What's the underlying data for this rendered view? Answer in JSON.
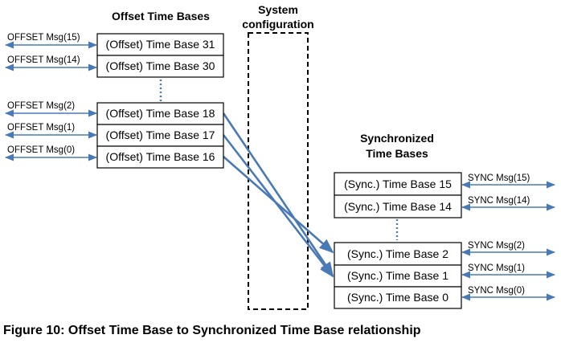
{
  "headings": {
    "offset": "Offset Time Bases",
    "system_line1": "System",
    "system_line2": "configuration",
    "sync_line1": "Synchronized",
    "sync_line2": "Time Bases"
  },
  "offset_boxes": [
    {
      "label": "(Offset) Time Base 31",
      "msg": "OFFSET Msg(15)"
    },
    {
      "label": "(Offset) Time Base 30",
      "msg": "OFFSET Msg(14)"
    },
    {
      "label": "(Offset) Time Base 18",
      "msg": "OFFSET Msg(2)"
    },
    {
      "label": "(Offset) Time Base 17",
      "msg": "OFFSET Msg(1)"
    },
    {
      "label": "(Offset) Time Base 16",
      "msg": "OFFSET Msg(0)"
    }
  ],
  "sync_boxes": [
    {
      "label": "(Sync.) Time Base 15",
      "msg": "SYNC Msg(15)"
    },
    {
      "label": "(Sync.) Time Base 14",
      "msg": "SYNC Msg(14)"
    },
    {
      "label": "(Sync.) Time Base 2",
      "msg": "SYNC Msg(2)"
    },
    {
      "label": "(Sync.) Time Base 1",
      "msg": "SYNC Msg(1)"
    },
    {
      "label": "(Sync.) Time Base 0",
      "msg": "SYNC Msg(0)"
    }
  ],
  "caption": "Figure 10: Offset Time Base to Synchronized Time Base relationship",
  "colors": {
    "arrow": "#4a7ab5"
  }
}
